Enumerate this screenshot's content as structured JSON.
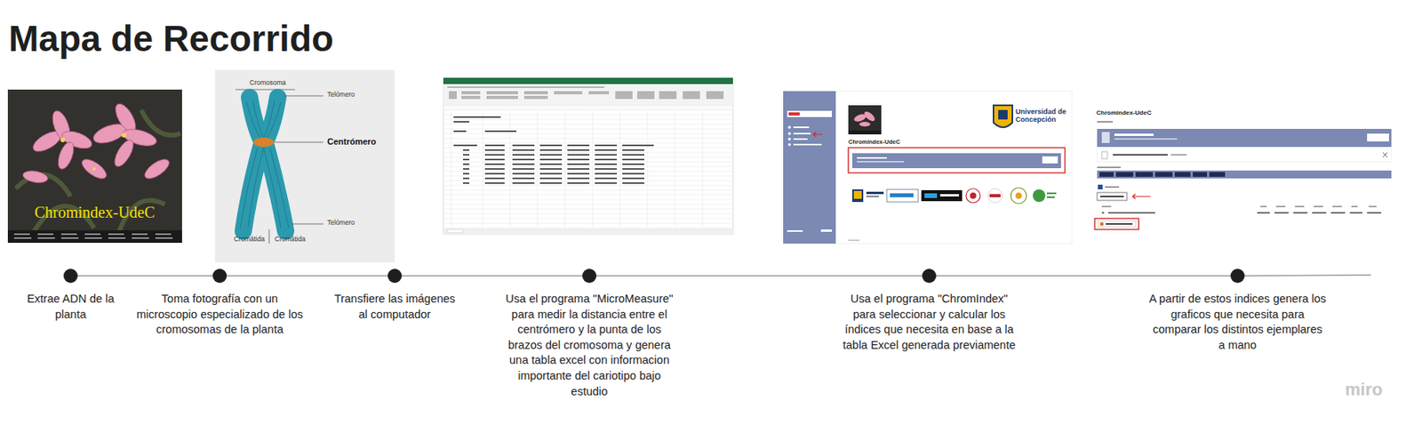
{
  "diagram": {
    "title": "Mapa de Recorrido",
    "nodes": [
      {
        "text": [
          "Extrae ADN de la planta"
        ]
      },
      {
        "text": [
          "Toma fotografía con un microscopio especializado de los cromosomas de la planta"
        ]
      },
      {
        "text": [
          "Transfiere las imágenes al computador"
        ]
      },
      {
        "text": [
          "Usa el programa \"MicroMeasure\" para medir la distancia entre el centrómero y la punta de los brazos del cromosoma y genera una tabla excel con informacion importante del cariotipo bajo estudio"
        ]
      },
      {
        "text": [
          "Usa el programa \"ChromIndex\" para seleccionar y calcular los índices que necesita en base a la tabla Excel generada previamente"
        ]
      },
      {
        "text": [
          "A partir de estos indices genera los graficos que necesita para comparar los distintos ejemplares a mano"
        ]
      }
    ],
    "edges": [
      {
        "from": 0,
        "to": 1,
        "arrow": "none"
      },
      {
        "from": 1,
        "to": 2,
        "arrow": "none"
      },
      {
        "from": 2,
        "to": 3,
        "arrow": "none"
      },
      {
        "from": 3,
        "to": 4,
        "arrow": "none"
      },
      {
        "from": 4,
        "to": 5,
        "arrow": "none"
      }
    ],
    "labels": [
      "Chromindex-UdeC",
      "Cromosoma",
      "Telómero",
      "Centrómero",
      "Telómero",
      "Cromátida",
      "Cromátida",
      "Chromindex-UdeC",
      "Universidad de Concepción",
      "Chromindex-UdeC",
      "miro"
    ]
  }
}
